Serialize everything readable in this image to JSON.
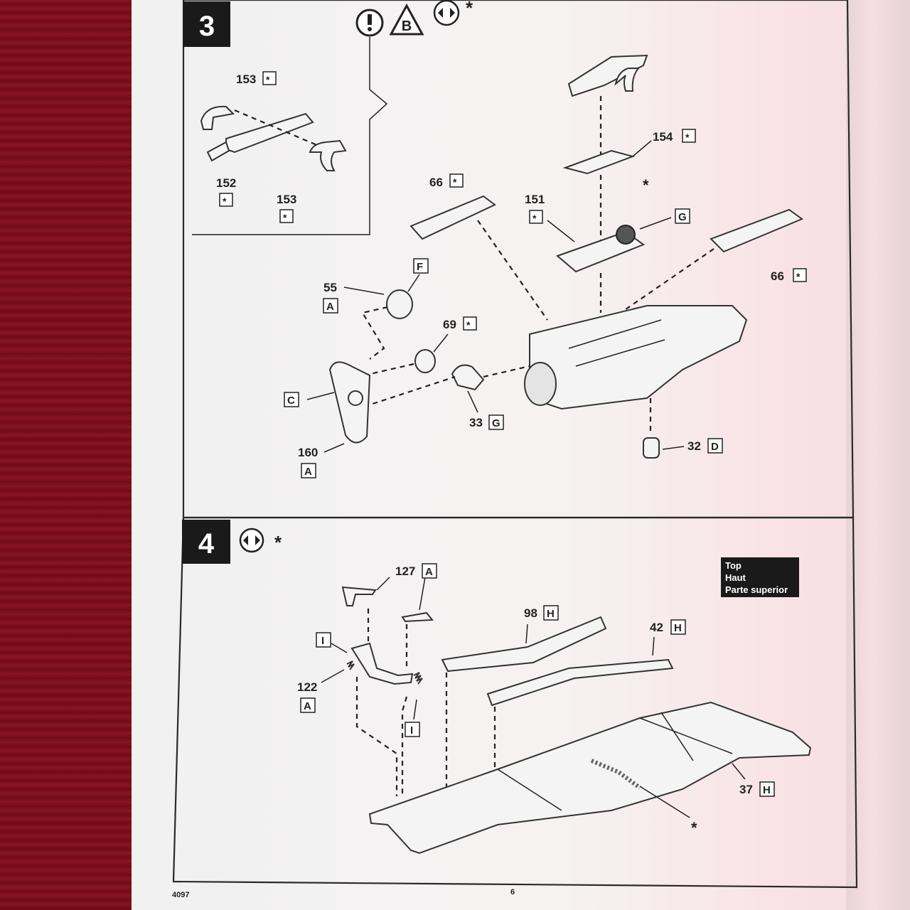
{
  "step3": {
    "number": "3",
    "icons": {
      "warning": "warning-icon",
      "glue": "B",
      "paint": "paint-icon",
      "asterisk": "*"
    },
    "labels": {
      "p153a": "153",
      "p152": "152",
      "p153b": "153",
      "p66a": "66",
      "p154": "154",
      "p151": "151",
      "p66b": "66",
      "p55": "55",
      "p69": "69",
      "p33": "33",
      "p160": "160",
      "p32": "32",
      "star": "*"
    },
    "letters": {
      "A": "A",
      "C": "C",
      "F": "F",
      "G": "G",
      "D": "D"
    }
  },
  "step4": {
    "number": "4",
    "asterisk": "*",
    "labels": {
      "p127": "127",
      "p122": "122",
      "p98": "98",
      "p42": "42",
      "p37": "37",
      "star": "*"
    },
    "letters": {
      "A": "A",
      "H": "H",
      "I": "I"
    },
    "top_note": {
      "line1": "Top",
      "line2": "Haut",
      "line3": "Parte superior"
    }
  },
  "footer": {
    "code": "4097",
    "page": "6"
  }
}
